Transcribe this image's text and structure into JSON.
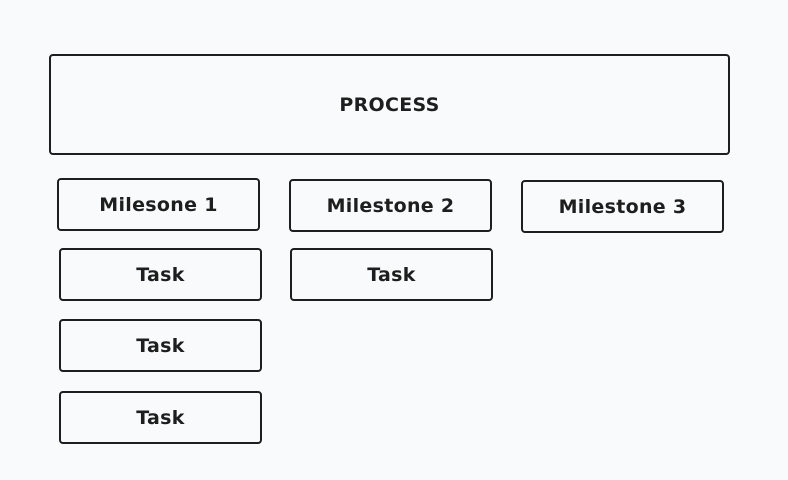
{
  "process": {
    "label": "PROCESS"
  },
  "milestones": [
    {
      "label": "Milesone 1"
    },
    {
      "label": "Milestone 2"
    },
    {
      "label": "Milestone 3"
    }
  ],
  "tasks": {
    "milestone_1": [
      {
        "label": "Task"
      },
      {
        "label": "Task"
      },
      {
        "label": "Task"
      }
    ],
    "milestone_2": [
      {
        "label": "Task"
      }
    ]
  },
  "colors": {
    "background": "#f9fafb",
    "stroke": "#1e1e1e",
    "text": "#1e1e1e"
  }
}
